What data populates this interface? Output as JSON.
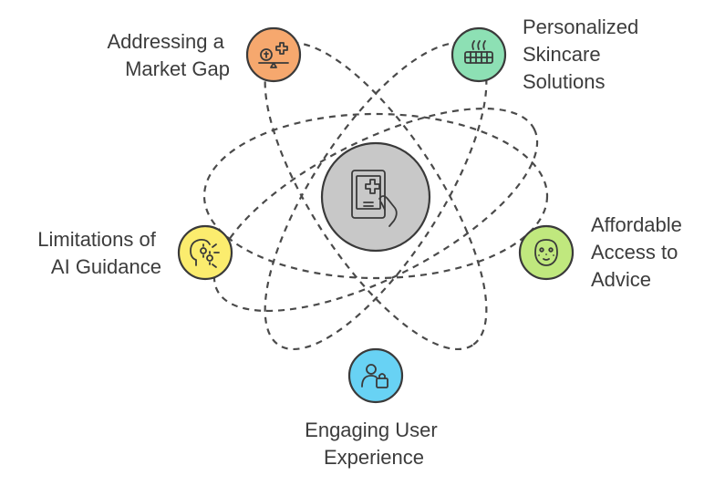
{
  "center": {
    "icon": "tablet-medical-cross-icon",
    "fill": "#c8c8c8"
  },
  "nodes": [
    {
      "id": "market-gap",
      "icon": "balance-scale-plus-icon",
      "fill": "#f6a86e",
      "lines": [
        "Addressing a",
        "Market Gap"
      ]
    },
    {
      "id": "personalized-skincare",
      "icon": "skin-layers-icon",
      "fill": "#8de0b4",
      "lines": [
        "Personalized",
        "Skincare",
        "Solutions"
      ]
    },
    {
      "id": "affordable-access",
      "icon": "face-mask-icon",
      "fill": "#c0e87e",
      "lines": [
        "Affordable",
        "Access to",
        "Advice"
      ]
    },
    {
      "id": "engaging-ux",
      "icon": "user-lock-icon",
      "fill": "#68d2f4",
      "lines": [
        "Engaging User",
        "Experience"
      ]
    },
    {
      "id": "ai-limitations",
      "icon": "ai-head-gears-icon",
      "fill": "#fbec6e",
      "lines": [
        "Limitations of",
        "AI Guidance"
      ]
    }
  ]
}
